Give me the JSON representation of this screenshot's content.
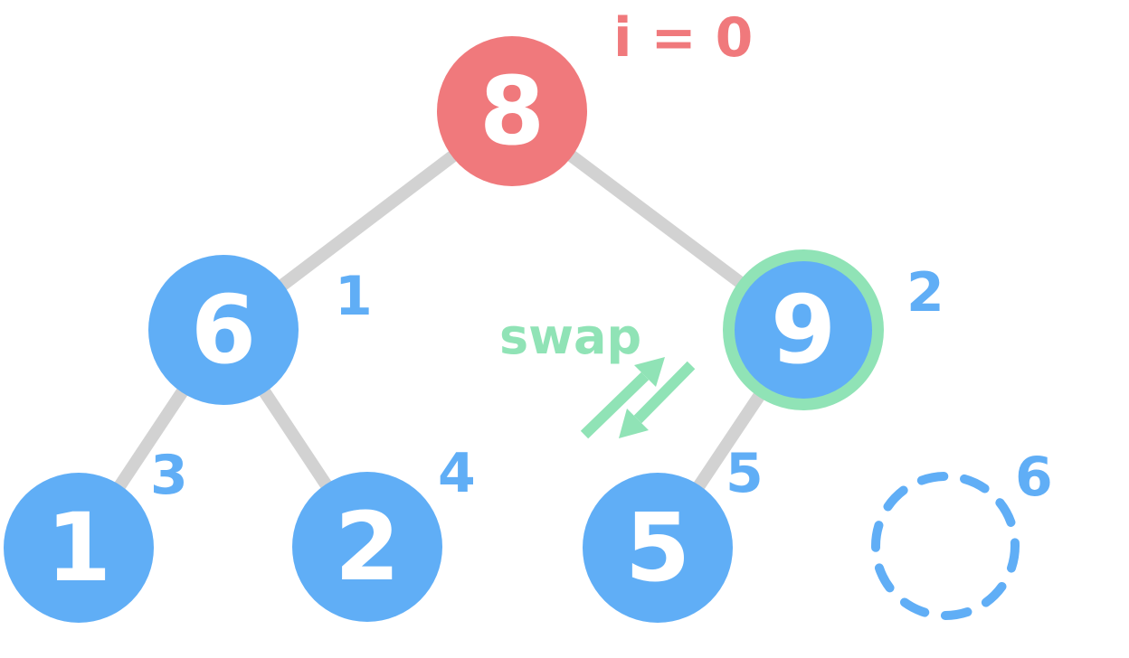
{
  "palette": {
    "node-blue": "#60AEF6",
    "node-red": "#F0797C",
    "highlight-green": "#90E3B6",
    "edge-gray": "#D2D2D2",
    "node-text": "#FFFFFF",
    "background": "#FFFFFF"
  },
  "annotations": {
    "swap_label": "swap"
  },
  "nodes": [
    {
      "value": "8",
      "index_label": "i = 0",
      "role": "current"
    },
    {
      "value": "6",
      "index_label": "1",
      "role": "normal"
    },
    {
      "value": "9",
      "index_label": "2",
      "role": "swap-target"
    },
    {
      "value": "1",
      "index_label": "3",
      "role": "normal"
    },
    {
      "value": "2",
      "index_label": "4",
      "role": "normal"
    },
    {
      "value": "5",
      "index_label": "5",
      "role": "normal"
    },
    {
      "value": "",
      "index_label": "6",
      "role": "empty-placeholder"
    }
  ],
  "edges": [
    {
      "from": "8",
      "to": "6"
    },
    {
      "from": "8",
      "to": "9"
    },
    {
      "from": "6",
      "to": "1"
    },
    {
      "from": "6",
      "to": "2"
    },
    {
      "from": "9",
      "to": "5"
    }
  ]
}
